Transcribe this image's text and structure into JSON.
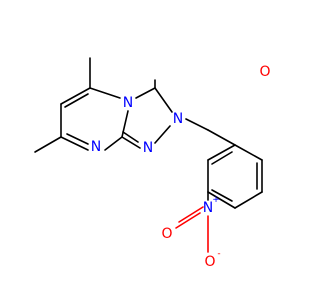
{
  "molecule": {
    "atoms": [
      {
        "id": "O1",
        "symbol": "O",
        "color": "#ff0000"
      },
      {
        "id": "N_ring_top",
        "symbol": "N",
        "color": "#0000ff"
      },
      {
        "id": "N_ring_right",
        "symbol": "N",
        "color": "#0000ff"
      },
      {
        "id": "N_ring_bottom_right",
        "symbol": "N",
        "color": "#0000ff"
      },
      {
        "id": "N_pyrimidine",
        "symbol": "N",
        "color": "#0000ff"
      },
      {
        "id": "N_nitro",
        "symbol": "N",
        "charge": "+",
        "color": "#0000ff"
      },
      {
        "id": "O_nitro_left",
        "symbol": "O",
        "color": "#ff0000"
      },
      {
        "id": "O_nitro_bottom",
        "symbol": "O",
        "charge": "-",
        "color": "#ff0000"
      }
    ]
  }
}
